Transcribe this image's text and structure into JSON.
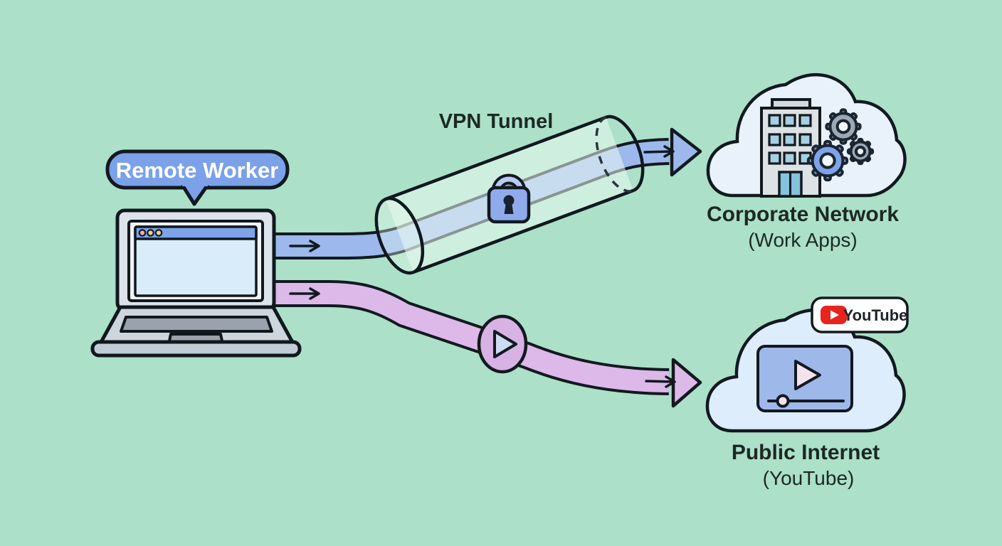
{
  "diagram": {
    "type": "network-flow-diagram",
    "background_color": "#ace0c9",
    "nodes": {
      "remote_worker": {
        "label": "Remote Worker",
        "bubble_color": "#7ba1e8",
        "device": "laptop"
      },
      "vpn_tunnel": {
        "label": "VPN Tunnel",
        "secured": true,
        "lock_color": "#8fabec"
      },
      "corporate_network": {
        "label": "Corporate Network",
        "sublabel": "(Work Apps)",
        "icons": [
          "office-building",
          "gears"
        ]
      },
      "public_internet": {
        "label": "Public Internet",
        "sublabel": "(YouTube)",
        "icons": [
          "video-player"
        ]
      }
    },
    "badges": {
      "youtube": {
        "label": "YouTube",
        "brand_color": "#e8241f"
      }
    },
    "edges": [
      {
        "from": "remote_worker",
        "to": "corporate_network",
        "via": "vpn_tunnel",
        "color": "#9cb8ec",
        "encrypted": true
      },
      {
        "from": "remote_worker",
        "to": "public_internet",
        "color": "#dcb9e8",
        "encrypted": false,
        "waypoint_icon": "play-circle"
      }
    ]
  }
}
